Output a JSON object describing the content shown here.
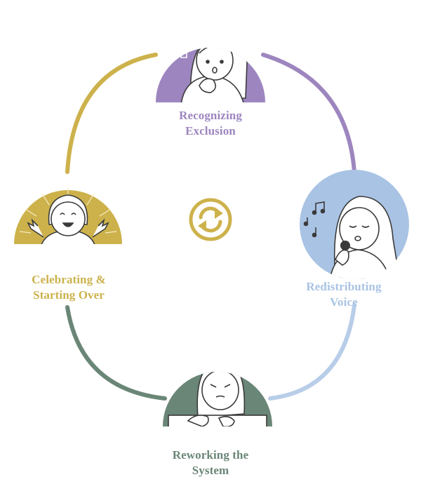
{
  "stages": {
    "top": {
      "line1": "Recognizing",
      "line2": "Exclusion",
      "color": "#9d86bf",
      "illustration": "girl-with-lightbulb-thinking"
    },
    "right": {
      "line1": "Redistributing",
      "line2": "Voice",
      "color": "#a9c3e4",
      "illustration": "girl-singing-with-microphone"
    },
    "bottom": {
      "line1": "Reworking the",
      "line2": "System",
      "color": "#6a8677",
      "illustration": "girl-writing-at-desk"
    },
    "left": {
      "line1": "Celebrating &",
      "line2": "Starting Over",
      "color": "#cdb24c",
      "illustration": "girl-celebrating-arms-raised"
    }
  },
  "center_icon": {
    "name": "refresh-cycle-icon",
    "color": "#cdb24c"
  }
}
